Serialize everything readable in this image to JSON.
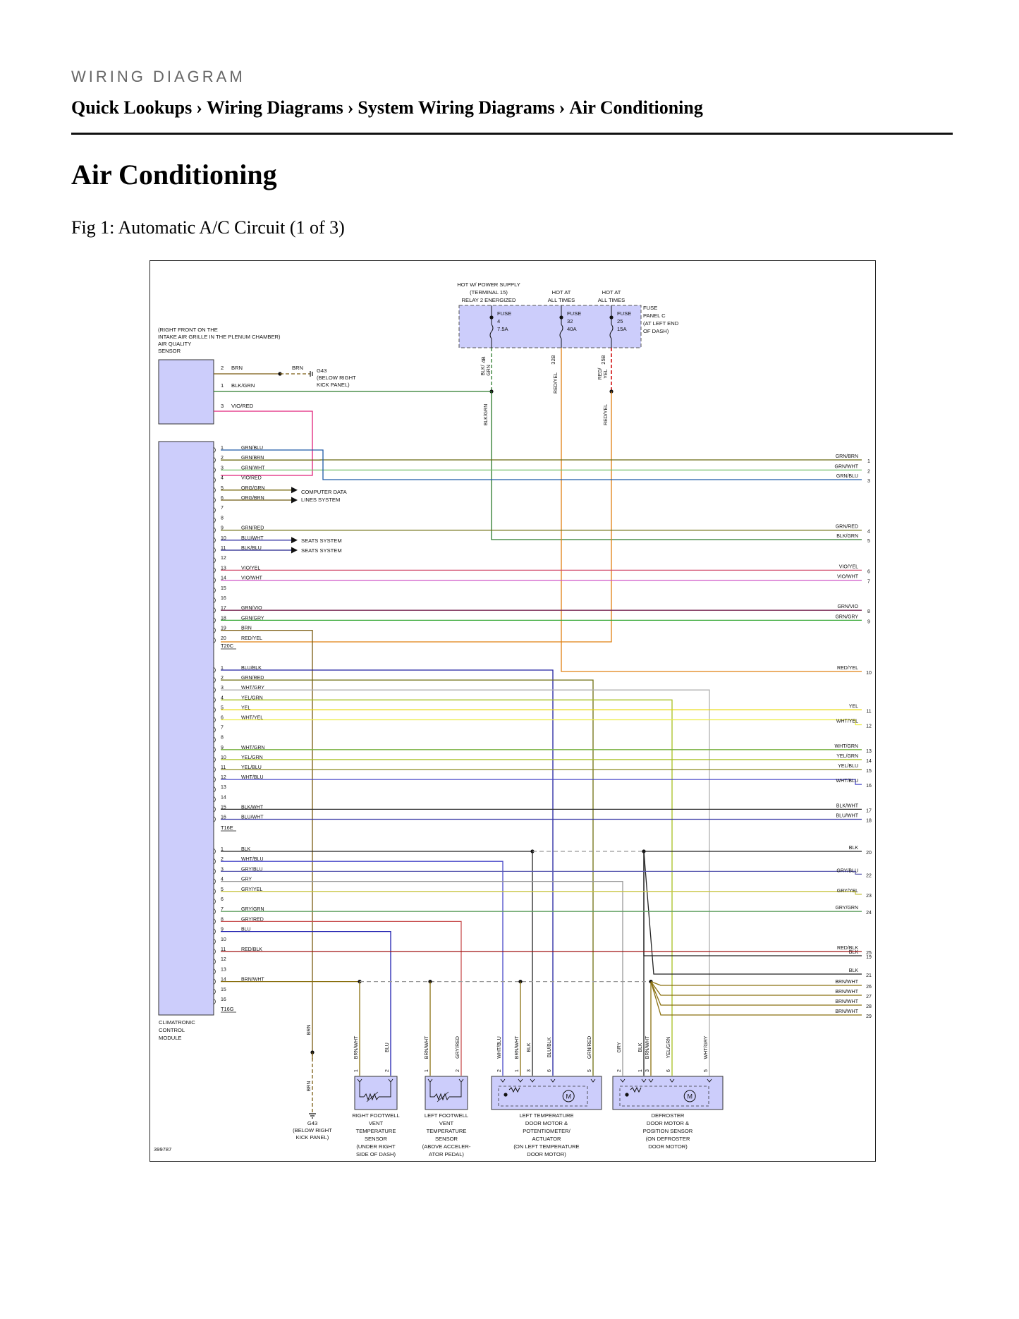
{
  "header": {
    "eyebrow": "WIRING DIAGRAM",
    "breadcrumb": [
      "Quick Lookups",
      "Wiring Diagrams",
      "System Wiring Diagrams",
      "Air Conditioning"
    ],
    "separator": "›"
  },
  "page_title": "Air Conditioning",
  "figure_caption": "Fig 1: Automatic A/C Circuit (1 of 3)",
  "diagram": {
    "figure_id": "399787",
    "module_label": [
      "CLIMATRONIC",
      "CONTROL",
      "MODULE"
    ],
    "module_color": "#cccdfb",
    "sensor_label": [
      "(RIGHT FRONT ON THE",
      "INTAKE AIR GRILLE IN THE PLENUM CHAMBER)",
      "AIR QUALITY",
      "SENSOR"
    ],
    "sensor_pins": [
      {
        "pin": "2",
        "wire": "BRN"
      },
      {
        "pin": "1",
        "wire": "BLK/GRN"
      },
      {
        "pin": "3",
        "wire": "VIO/RED"
      }
    ],
    "ground_top": {
      "wire": "BRN",
      "label": [
        "G43",
        "(BELOW RIGHT",
        "KICK PANEL)"
      ]
    },
    "fuse_panel": {
      "label": [
        "FUSE",
        "PANEL C",
        "(AT LEFT END",
        "OF DASH)"
      ],
      "supplies": [
        {
          "label": [
            "HOT W/ POWER SUPPLY",
            "(TERMINAL 15)",
            "RELAY 2 ENERGIZED"
          ],
          "fuse": [
            "FUSE",
            "4",
            "7.5A"
          ],
          "terminal": "4B",
          "wire": "BLK/GRN"
        },
        {
          "label": [
            "HOT AT",
            "ALL TIMES"
          ],
          "fuse": [
            "FUSE",
            "32",
            "40A"
          ],
          "terminal": "32B",
          "wire": "RED/YEL"
        },
        {
          "label": [
            "HOT AT",
            "ALL TIMES"
          ],
          "fuse": [
            "FUSE",
            "25",
            "15A"
          ],
          "terminal": "25B",
          "wire": "RED/YEL"
        }
      ]
    },
    "connectors": [
      {
        "name": "T20C",
        "pins": [
          {
            "pin": "1",
            "wire": "GRN/BLU"
          },
          {
            "pin": "2",
            "wire": "GRN/BRN"
          },
          {
            "pin": "3",
            "wire": "GRN/WHT"
          },
          {
            "pin": "4",
            "wire": "VIO/RED"
          },
          {
            "pin": "5",
            "wire": "ORG/GRN"
          },
          {
            "pin": "6",
            "wire": "ORG/BRN"
          },
          {
            "pin": "7",
            "wire": ""
          },
          {
            "pin": "8",
            "wire": ""
          },
          {
            "pin": "9",
            "wire": "GRN/RED"
          },
          {
            "pin": "10",
            "wire": "BLU/WHT"
          },
          {
            "pin": "11",
            "wire": "BLK/BLU"
          },
          {
            "pin": "12",
            "wire": ""
          },
          {
            "pin": "13",
            "wire": "VIO/YEL"
          },
          {
            "pin": "14",
            "wire": "VIO/WHT"
          },
          {
            "pin": "15",
            "wire": ""
          },
          {
            "pin": "16",
            "wire": ""
          },
          {
            "pin": "17",
            "wire": "GRN/VIO"
          },
          {
            "pin": "18",
            "wire": "GRN/GRY"
          },
          {
            "pin": "19",
            "wire": "BRN"
          },
          {
            "pin": "20",
            "wire": "RED/YEL"
          }
        ]
      },
      {
        "name": "T16E",
        "pins": [
          {
            "pin": "1",
            "wire": "BLU/BLK"
          },
          {
            "pin": "2",
            "wire": "GRN/RED"
          },
          {
            "pin": "3",
            "wire": "WHT/GRY"
          },
          {
            "pin": "4",
            "wire": "YEL/GRN"
          },
          {
            "pin": "5",
            "wire": "YEL"
          },
          {
            "pin": "6",
            "wire": "WHT/YEL"
          },
          {
            "pin": "7",
            "wire": ""
          },
          {
            "pin": "8",
            "wire": ""
          },
          {
            "pin": "9",
            "wire": "WHT/GRN"
          },
          {
            "pin": "10",
            "wire": "YEL/GRN"
          },
          {
            "pin": "11",
            "wire": "YEL/BLU"
          },
          {
            "pin": "12",
            "wire": "WHT/BLU"
          },
          {
            "pin": "13",
            "wire": ""
          },
          {
            "pin": "14",
            "wire": ""
          },
          {
            "pin": "15",
            "wire": "BLK/WHT"
          },
          {
            "pin": "16",
            "wire": "BLU/WHT"
          }
        ]
      },
      {
        "name": "T16G",
        "pins": [
          {
            "pin": "1",
            "wire": "BLK"
          },
          {
            "pin": "2",
            "wire": "WHT/BLU"
          },
          {
            "pin": "3",
            "wire": "GRY/BLU"
          },
          {
            "pin": "4",
            "wire": "GRY"
          },
          {
            "pin": "5",
            "wire": "GRY/YEL"
          },
          {
            "pin": "6",
            "wire": ""
          },
          {
            "pin": "7",
            "wire": "GRY/GRN"
          },
          {
            "pin": "8",
            "wire": "GRY/RED"
          },
          {
            "pin": "9",
            "wire": "BLU"
          },
          {
            "pin": "10",
            "wire": ""
          },
          {
            "pin": "11",
            "wire": "RED/BLK"
          },
          {
            "pin": "12",
            "wire": ""
          },
          {
            "pin": "13",
            "wire": ""
          },
          {
            "pin": "14",
            "wire": "BRN/WHT"
          },
          {
            "pin": "15",
            "wire": ""
          },
          {
            "pin": "16",
            "wire": ""
          }
        ]
      }
    ],
    "destinations": {
      "computer_data": [
        "COMPUTER DATA",
        "LINES SYSTEM"
      ],
      "seats": "SEATS SYSTEM"
    },
    "right_refs": [
      {
        "num": "1",
        "wire": "GRN/BRN"
      },
      {
        "num": "2",
        "wire": "GRN/WHT"
      },
      {
        "num": "3",
        "wire": "GRN/BLU"
      },
      {
        "num": "4",
        "wire": "GRN/RED"
      },
      {
        "num": "5",
        "wire": "BLK/GRN"
      },
      {
        "num": "6",
        "wire": "VIO/YEL"
      },
      {
        "num": "7",
        "wire": "VIO/WHT"
      },
      {
        "num": "8",
        "wire": "GRN/VIO"
      },
      {
        "num": "9",
        "wire": "GRN/GRY"
      },
      {
        "num": "10",
        "wire": "RED/YEL"
      },
      {
        "num": "11",
        "wire": "YEL"
      },
      {
        "num": "12",
        "wire": "WHT/YEL"
      },
      {
        "num": "13",
        "wire": "WHT/GRN"
      },
      {
        "num": "14",
        "wire": "YEL/GRN"
      },
      {
        "num": "15",
        "wire": "YEL/BLU"
      },
      {
        "num": "16",
        "wire": "WHT/BLU"
      },
      {
        "num": "17",
        "wire": "BLK/WHT"
      },
      {
        "num": "18",
        "wire": "BLU/WHT"
      },
      {
        "num": "19",
        "wire": "BLK"
      },
      {
        "num": "20",
        "wire": "BLK"
      },
      {
        "num": "21",
        "wire": "BLK"
      },
      {
        "num": "22",
        "wire": "GRY/BLU"
      },
      {
        "num": "23",
        "wire": "GRY/YEL"
      },
      {
        "num": "24",
        "wire": "GRY/GRN"
      },
      {
        "num": "25",
        "wire": "RED/BLK"
      },
      {
        "num": "26",
        "wire": "BRN/WHT"
      },
      {
        "num": "27",
        "wire": "BRN/WHT"
      },
      {
        "num": "28",
        "wire": "BRN/WHT"
      },
      {
        "num": "29",
        "wire": "BRN/WHT"
      }
    ],
    "ground_bottom": {
      "wire": "BRN",
      "label": [
        "G43",
        "(BELOW RIGHT",
        "KICK PANEL)"
      ]
    },
    "components": [
      {
        "label": [
          "RIGHT FOOTWELL",
          "VENT",
          "TEMPERATURE",
          "SENSOR",
          "(UNDER RIGHT",
          "SIDE OF DASH)"
        ],
        "pins": [
          {
            "pin": "1",
            "wire": "BRN/WHT"
          },
          {
            "pin": "2",
            "wire": "BLU"
          }
        ]
      },
      {
        "label": [
          "LEFT FOOTWELL",
          "VENT",
          "TEMPERATURE",
          "SENSOR",
          "(ABOVE ACCELER-",
          "ATOR PEDAL)"
        ],
        "pins": [
          {
            "pin": "1",
            "wire": "BRN/WHT"
          },
          {
            "pin": "2",
            "wire": "GRY/RED"
          }
        ]
      },
      {
        "label": [
          "LEFT TEMPERATURE",
          "DOOR MOTOR &",
          "POTENTIOMETER/",
          "ACTUATOR",
          "(ON LEFT TEMPERATURE",
          "DOOR MOTOR)"
        ],
        "pins": [
          {
            "pin": "2",
            "wire": "WHT/BLU"
          },
          {
            "pin": "1",
            "wire": "BRN/WHT"
          },
          {
            "pin": "3",
            "wire": "BLK"
          },
          {
            "pin": "6",
            "wire": "BLU/BLK"
          },
          {
            "pin": "5",
            "wire": "GRN/RED"
          }
        ]
      },
      {
        "label": [
          "DEFROSTER",
          "DOOR MOTOR &",
          "POSITION SENSOR",
          "(ON DEFROSTER",
          "DOOR MOTOR)"
        ],
        "pins": [
          {
            "pin": "2",
            "wire": "GRY"
          },
          {
            "pin": "1",
            "wire": "BLK"
          },
          {
            "pin": "3",
            "wire": "BRN/WHT"
          },
          {
            "pin": "6",
            "wire": "YEL/GRN"
          },
          {
            "pin": "5",
            "wire": "WHT/GRY"
          }
        ]
      }
    ],
    "motor_symbol": "M"
  }
}
